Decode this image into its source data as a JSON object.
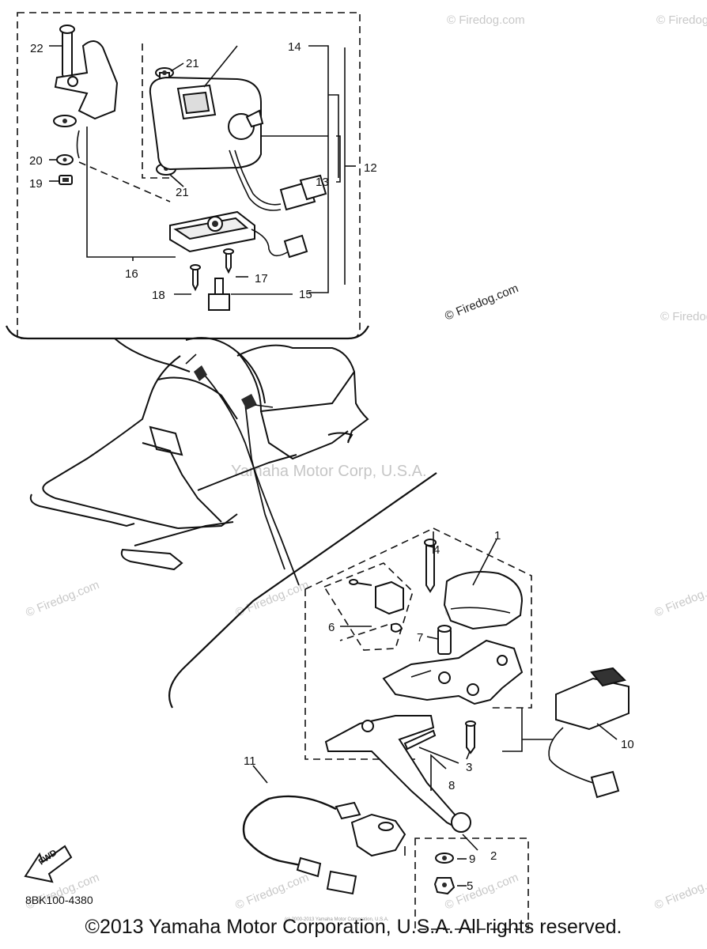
{
  "diagram": {
    "callouts": [
      {
        "id": "1",
        "label": "1"
      },
      {
        "id": "2",
        "label": "2"
      },
      {
        "id": "3",
        "label": "3"
      },
      {
        "id": "4",
        "label": "4"
      },
      {
        "id": "5",
        "label": "5"
      },
      {
        "id": "6",
        "label": "6"
      },
      {
        "id": "7",
        "label": "7"
      },
      {
        "id": "8",
        "label": "8"
      },
      {
        "id": "9",
        "label": "9"
      },
      {
        "id": "10",
        "label": "10"
      },
      {
        "id": "11",
        "label": "11"
      },
      {
        "id": "12",
        "label": "12"
      },
      {
        "id": "13",
        "label": "13"
      },
      {
        "id": "14",
        "label": "14"
      },
      {
        "id": "15",
        "label": "15"
      },
      {
        "id": "16",
        "label": "16"
      },
      {
        "id": "17",
        "label": "17"
      },
      {
        "id": "18",
        "label": "18"
      },
      {
        "id": "19",
        "label": "19"
      },
      {
        "id": "20",
        "label": "20"
      },
      {
        "id": "21a",
        "label": "21"
      },
      {
        "id": "21b",
        "label": "21"
      },
      {
        "id": "22",
        "label": "22"
      }
    ],
    "fwd_label": "FWD",
    "reference_code": "8BK100-4380",
    "watermark_center": "Yamaha Motor Corp, U.S.A.",
    "watermark_site": "© Firedog.com"
  },
  "footer": {
    "copyright": "©2013 Yamaha Motor Corporation, U.S.A. All rights reserved.",
    "small_copyright": "(c) 2000-2013 Yamaha Motor Corporation, U.S.A."
  }
}
